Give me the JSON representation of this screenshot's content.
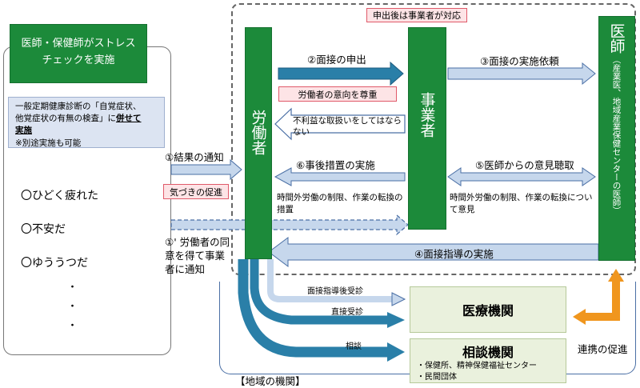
{
  "left_panel": {
    "header": "医師・保健師がストレスチェックを実施",
    "note_line1": "一般定期健康診断の「自覚症状、",
    "note_line2_a": "他覚症状の有無の検査」に",
    "note_line2_b": "併せて",
    "note_line3": "実施",
    "note_line4": "※別途実施も可能",
    "examples": [
      "〇ひどく疲れた",
      "〇不安だ",
      "〇ゆううつだ"
    ],
    "dots": [
      "・",
      "・",
      "・"
    ]
  },
  "labels": {
    "notify_result": "①結果の通知",
    "awareness": "気づきの促進",
    "notify_consent": "①' 労働者の同意を得て事業者に通知",
    "after_request": "申出後は事業者が対応",
    "interview_request": "②面接の申出",
    "respect_worker": "労働者の意向を尊重",
    "no_disadvantage": "不利益な取扱いをしてはならない",
    "post_measures": "⑥事後措置の実施",
    "post_measures_detail": "時間外労働の制限、作業の転換の措置",
    "interview_commission": "③面接の実施依頼",
    "hear_opinion": "⑤医師からの意見聴取",
    "opinion_detail": "時間外労働の制限、作業の転換について意見",
    "guidance_interview": "④面接指導の実施",
    "after_guidance": "面接指導後受診",
    "direct_visit": "直接受診",
    "consultation": "相談",
    "cooperation": "連携の促進",
    "regional": "【地域の機関】"
  },
  "nodes": {
    "worker": "労働者",
    "employer": "事業者",
    "doctor_main": "医師",
    "doctor_sub": "（産業医、地域産業保健センターの医師）",
    "medical": "医療機関",
    "consult": "相談機関",
    "consult_items": [
      "・保健所、精神保健福祉センター",
      "・民間団体"
    ]
  },
  "colors": {
    "green": "#1c8a3a",
    "blue_arrow": "#c6d7ec",
    "blue_border": "#4a6fa5",
    "teal": "#2a7fa8",
    "orange": "#f0961e",
    "pink_fill": "#fde4e6",
    "pink_border": "#e05a6a"
  }
}
